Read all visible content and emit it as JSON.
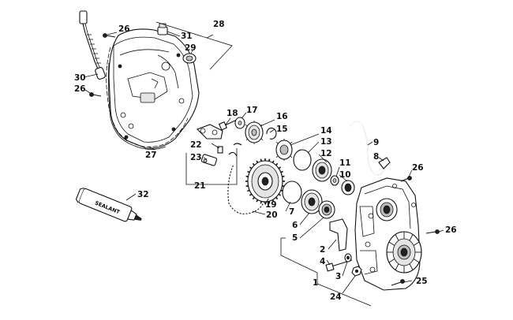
{
  "diagram": {
    "callouts": [
      {
        "id": "1",
        "label": "1"
      },
      {
        "id": "2",
        "label": "2"
      },
      {
        "id": "3",
        "label": "3"
      },
      {
        "id": "4",
        "label": "4"
      },
      {
        "id": "5",
        "label": "5"
      },
      {
        "id": "6",
        "label": "6"
      },
      {
        "id": "7",
        "label": "7"
      },
      {
        "id": "8",
        "label": "8"
      },
      {
        "id": "9",
        "label": "9"
      },
      {
        "id": "10",
        "label": "10"
      },
      {
        "id": "11",
        "label": "11"
      },
      {
        "id": "12",
        "label": "12"
      },
      {
        "id": "13",
        "label": "13"
      },
      {
        "id": "14",
        "label": "14"
      },
      {
        "id": "15",
        "label": "15"
      },
      {
        "id": "16",
        "label": "16"
      },
      {
        "id": "17",
        "label": "17"
      },
      {
        "id": "18",
        "label": "18"
      },
      {
        "id": "19",
        "label": "19"
      },
      {
        "id": "20",
        "label": "20"
      },
      {
        "id": "21",
        "label": "21"
      },
      {
        "id": "22",
        "label": "22"
      },
      {
        "id": "23",
        "label": "23"
      },
      {
        "id": "24",
        "label": "24"
      },
      {
        "id": "25",
        "label": "25"
      },
      {
        "id": "26a",
        "label": "26"
      },
      {
        "id": "26b",
        "label": "26"
      },
      {
        "id": "26c",
        "label": "26"
      },
      {
        "id": "26d",
        "label": "26"
      },
      {
        "id": "27",
        "label": "27"
      },
      {
        "id": "28",
        "label": "28"
      },
      {
        "id": "29",
        "label": "29"
      },
      {
        "id": "30",
        "label": "30"
      },
      {
        "id": "31",
        "label": "31"
      },
      {
        "id": "32",
        "label": "32"
      }
    ],
    "sealant_tube_text": "SEALANT"
  }
}
